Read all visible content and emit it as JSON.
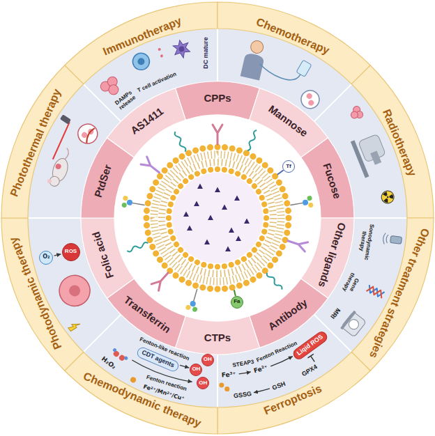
{
  "diagram": {
    "nodes": [
      {
        "text": [
          "Immunotherapy"
        ]
      },
      {
        "text": [
          "Chemotherapy"
        ]
      },
      {
        "text": [
          "Radiotherapy"
        ]
      },
      {
        "text": [
          "Other treatment strategies"
        ]
      },
      {
        "text": [
          "Ferroptosis"
        ]
      },
      {
        "text": [
          "Chemodynamic therapy"
        ]
      },
      {
        "text": [
          "Photodynamic therapy"
        ]
      },
      {
        "text": [
          "Photothermal therapy"
        ]
      },
      {
        "text": [
          "CPPs"
        ]
      },
      {
        "text": [
          "Mannose"
        ]
      },
      {
        "text": [
          "Fucose"
        ]
      },
      {
        "text": [
          "Other ligands"
        ]
      },
      {
        "text": [
          "Antibody"
        ]
      },
      {
        "text": [
          "CTPs"
        ]
      },
      {
        "text": [
          "Transferrin"
        ]
      },
      {
        "text": [
          "Folic acid"
        ]
      },
      {
        "text": [
          "PtdSer"
        ]
      },
      {
        "text": [
          "AS1411"
        ]
      },
      {
        "text": [
          "Tf"
        ]
      },
      {
        "text": [
          "Fa"
        ]
      },
      {
        "text": [
          "Liqid ROS"
        ]
      },
      {
        "text": [
          "CDT agents"
        ]
      },
      {
        "text": [
          "OH"
        ]
      },
      {
        "text": [
          "OH"
        ]
      },
      {
        "text": [
          "OH"
        ]
      },
      {
        "text": [
          "O₂"
        ]
      },
      {
        "text": [
          "ROS"
        ]
      }
    ],
    "edges": [
      {
        "from": 21,
        "to": 23,
        "arrow": "to"
      },
      {
        "from": 25,
        "to": 26,
        "arrow": "to"
      }
    ],
    "labels": [
      "DC mature",
      "T cell activation",
      "DAMPs release",
      "Sonodynamic therapy",
      "Gene therapy",
      "MRI",
      "Fe³⁺",
      "STEAP3",
      "Fe²⁺",
      "Fenton Reaction",
      "GSSG",
      "GSH",
      "GPX4",
      "H₂O₂",
      "Fe²⁺/Mn²⁺/Cu⁺",
      "Fenton reaction",
      "Fenton-like reaction"
    ]
  }
}
